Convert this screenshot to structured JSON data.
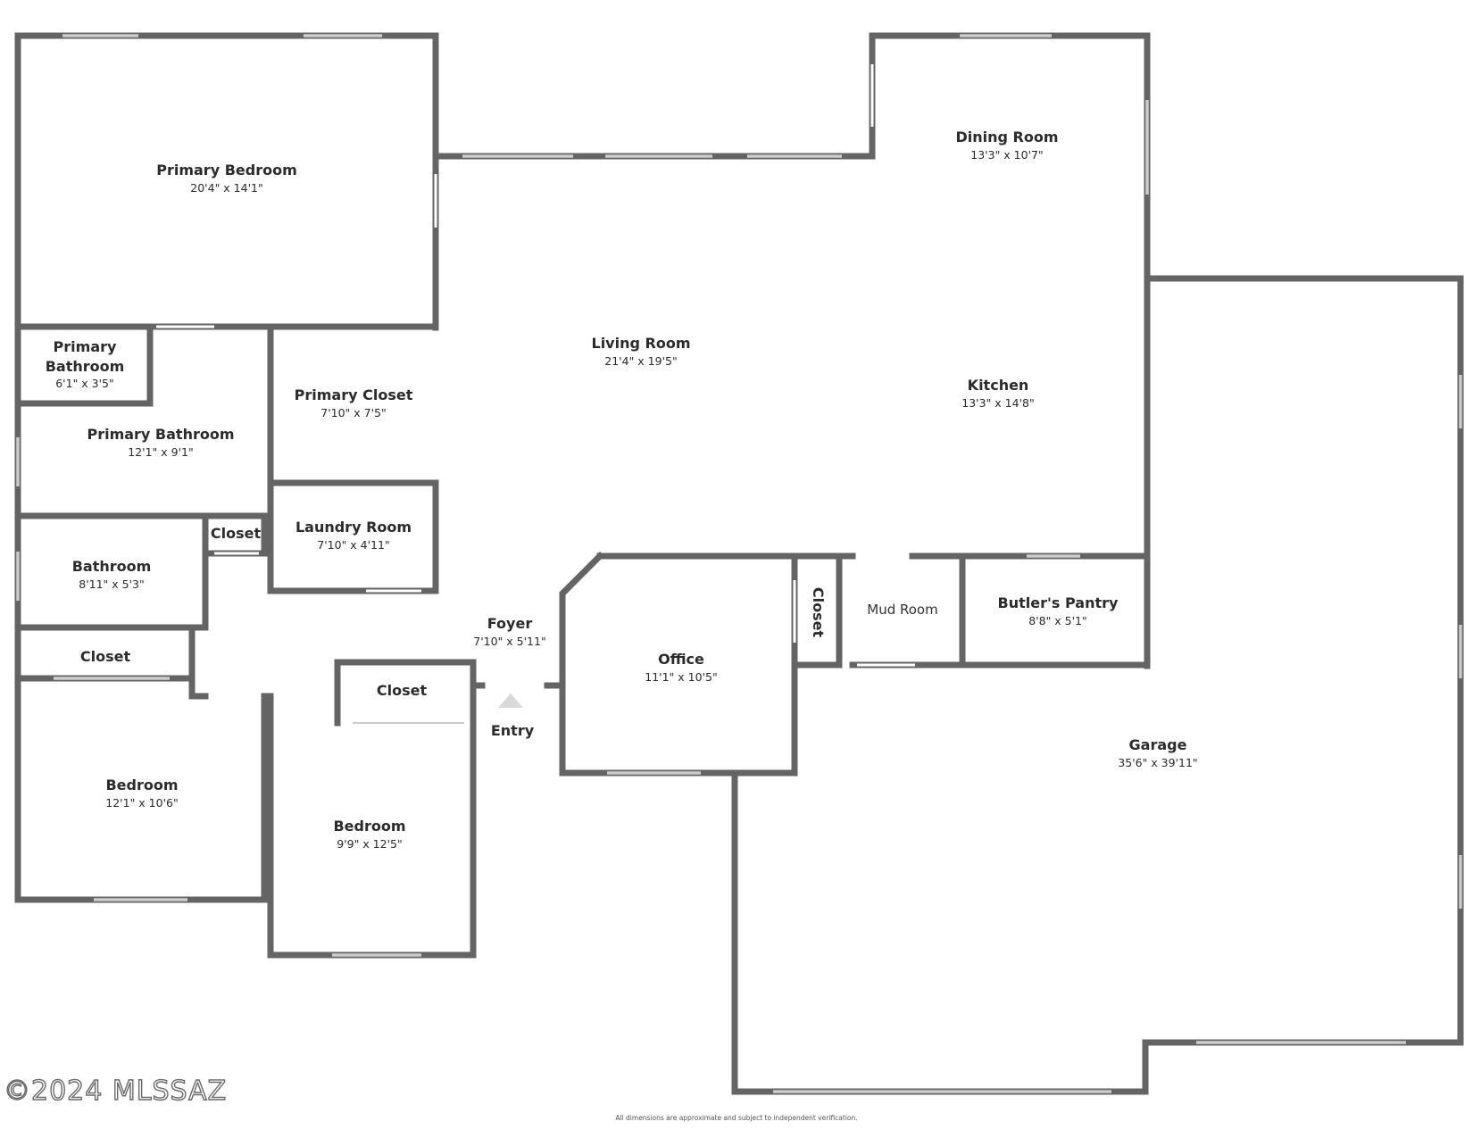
{
  "rooms": {
    "primary_bedroom": {
      "name": "Primary Bedroom",
      "dim": "20'4\" x 14'1\""
    },
    "primary_bathroom_small": {
      "name_line1": "Primary",
      "name_line2": "Bathroom",
      "dim": "6'1\" x 3'5\""
    },
    "primary_closet": {
      "name": "Primary Closet",
      "dim": "7'10\" x 7'5\""
    },
    "primary_bathroom": {
      "name": "Primary Bathroom",
      "dim": "12'1\" x 9'1\""
    },
    "laundry_room": {
      "name": "Laundry Room",
      "dim": "7'10\" x 4'11\""
    },
    "closet_hall": {
      "name": "Closet"
    },
    "bathroom": {
      "name": "Bathroom",
      "dim": "8'11\" x 5'3\""
    },
    "closet_left": {
      "name": "Closet"
    },
    "closet_mid": {
      "name": "Closet"
    },
    "bedroom_left": {
      "name": "Bedroom",
      "dim": "12'1\" x 10'6\""
    },
    "bedroom_mid": {
      "name": "Bedroom",
      "dim": "9'9\" x 12'5\""
    },
    "foyer": {
      "name": "Foyer",
      "dim": "7'10\" x 5'11\""
    },
    "entry": {
      "name": "Entry"
    },
    "living_room": {
      "name": "Living Room",
      "dim": "21'4\" x 19'5\""
    },
    "dining_room": {
      "name": "Dining Room",
      "dim": "13'3\" x 10'7\""
    },
    "kitchen": {
      "name": "Kitchen",
      "dim": "13'3\" x 14'8\""
    },
    "office": {
      "name": "Office",
      "dim": "11'1\" x 10'5\""
    },
    "closet_office": {
      "name": "Closet"
    },
    "mud_room": {
      "name": "Mud Room"
    },
    "butlers_pantry": {
      "name": "Butler's Pantry",
      "dim": "8'8\" x 5'1\""
    },
    "garage": {
      "name": "Garage",
      "dim": "35'6\" x 39'11\""
    }
  },
  "footer": {
    "copyright": "©2024 MLSSAZ",
    "disclaimer": "All dimensions are approximate and subject to independent verification."
  }
}
